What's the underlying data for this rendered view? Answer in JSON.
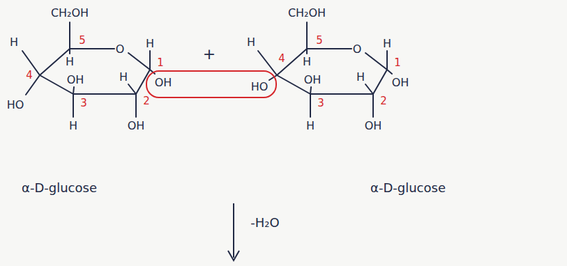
{
  "diagram": {
    "labels": [
      "CH₂OH",
      "H",
      "5",
      "O",
      "H",
      "4",
      "H",
      "OH",
      "H",
      "1",
      "OH",
      "HO",
      "3",
      "2",
      "OH",
      "H",
      "+",
      "CH₂OH",
      "H",
      "5",
      "O",
      "H",
      "4",
      "H",
      "OH",
      "HO",
      "H",
      "1",
      "OH",
      "3",
      "2",
      "OH",
      "H",
      "α-D-glucose",
      "α-D-glucose",
      "-H₂O"
    ]
  }
}
